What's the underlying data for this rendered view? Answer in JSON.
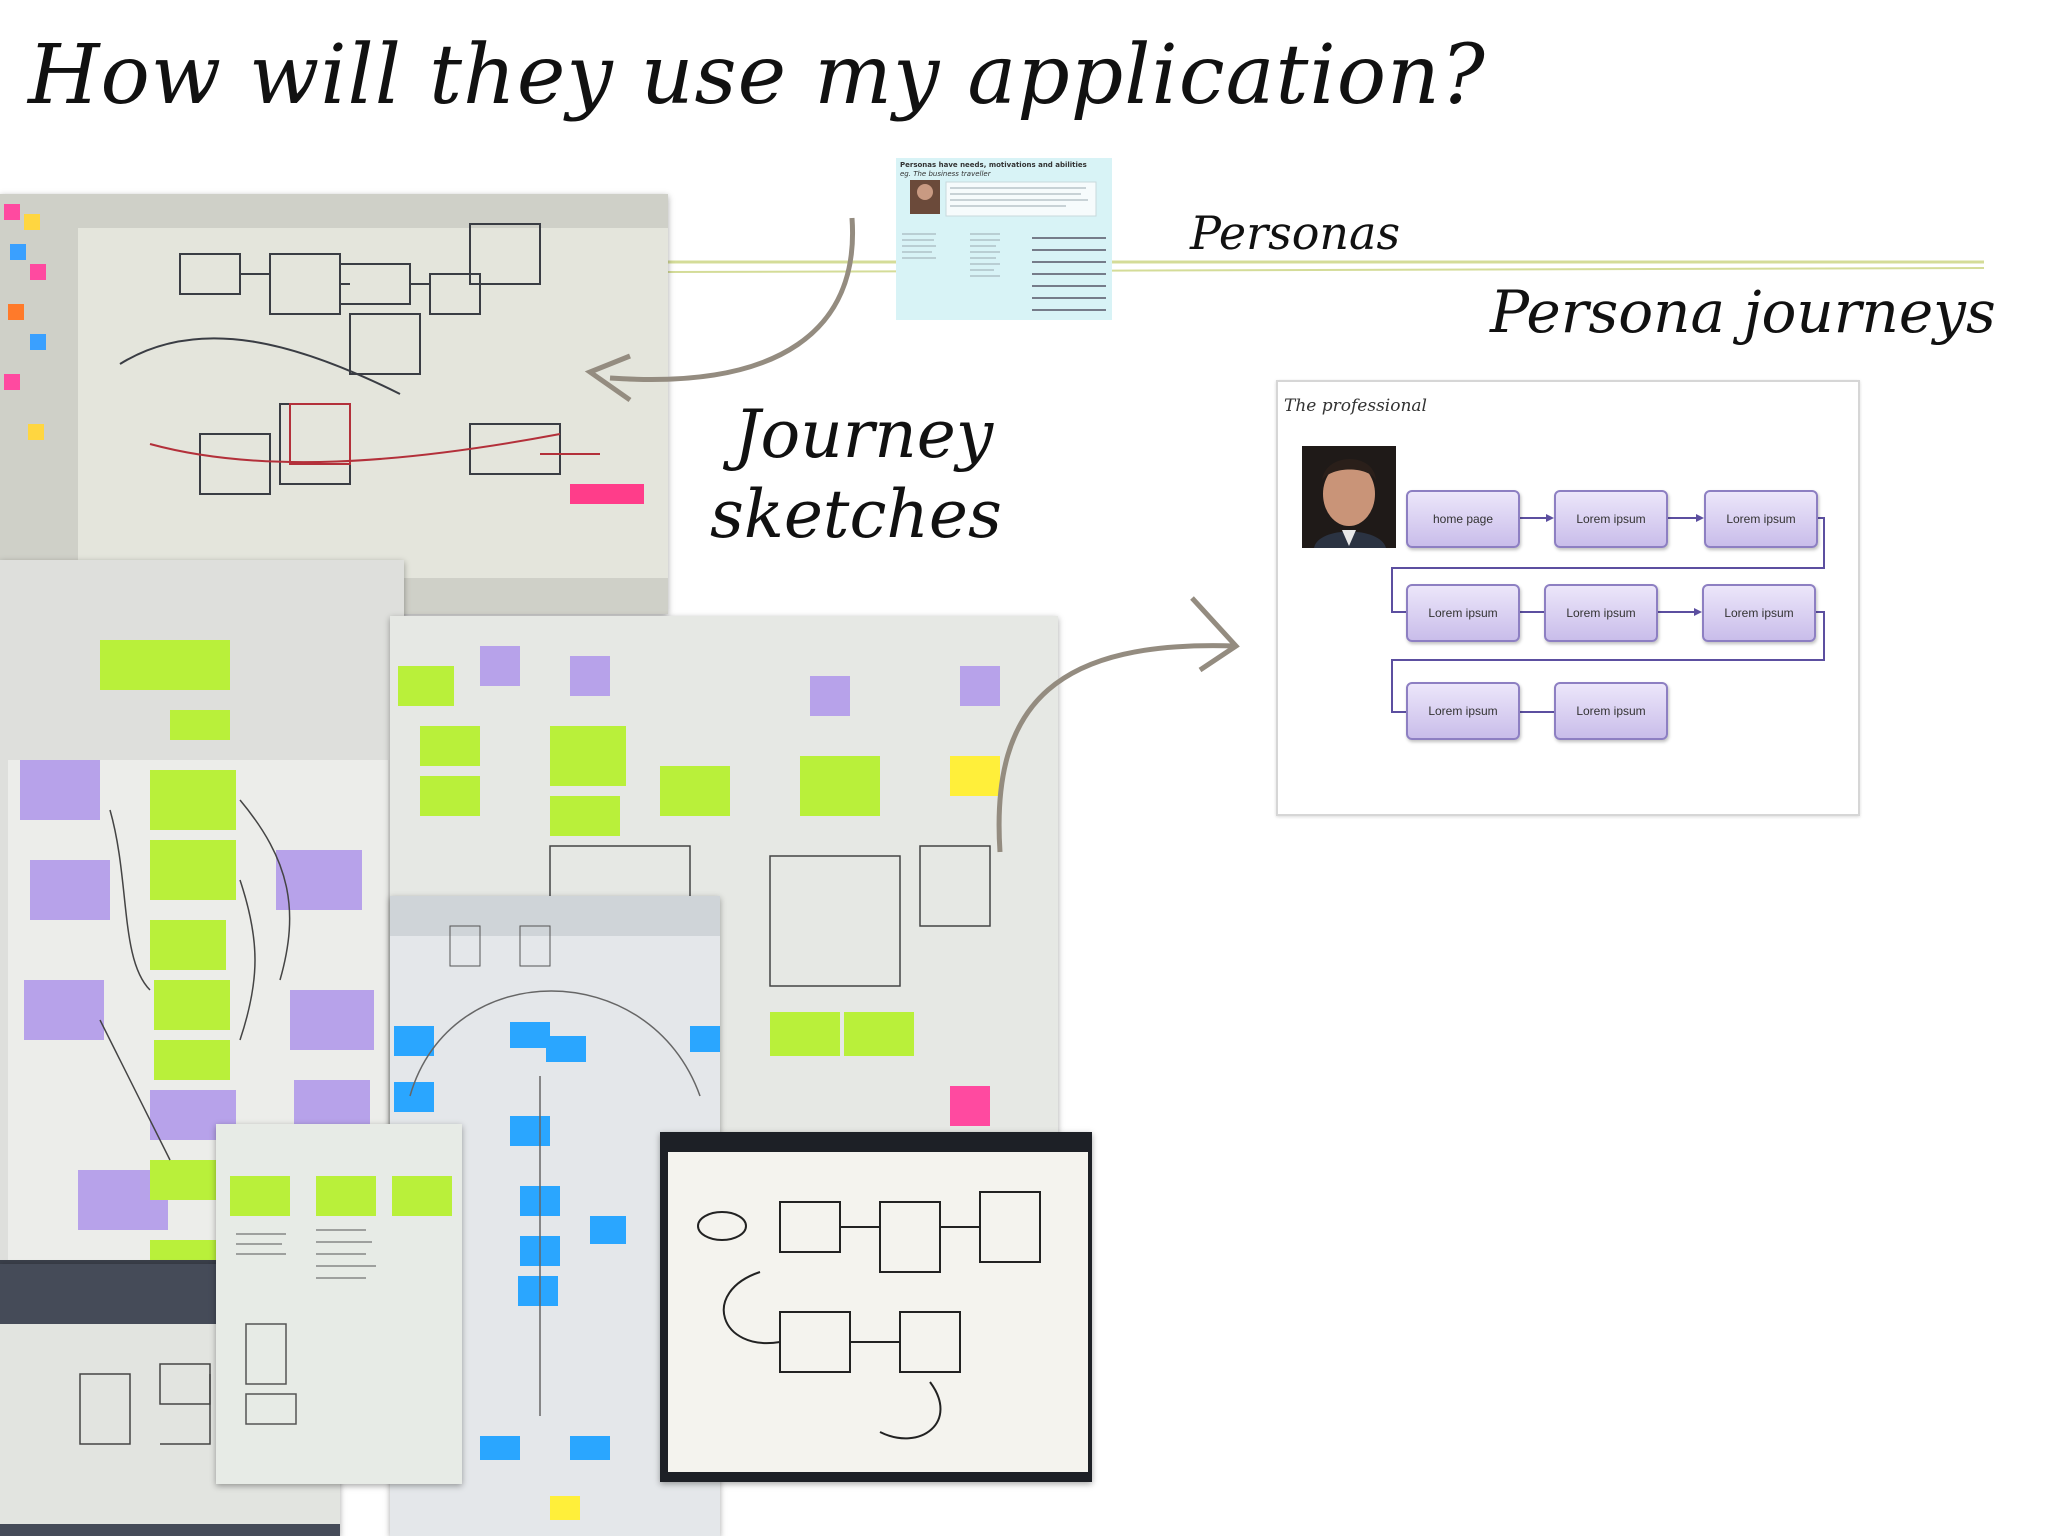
{
  "title": "How will they use my application?",
  "labels": {
    "personas": "Personas",
    "persona_journeys": "Persona journeys",
    "journey_sketches_line1": "Journey",
    "journey_sketches_line2": "sketches"
  },
  "persona_thumbnail": {
    "heading": "Personas have needs, motivations and abilities",
    "subheading": "eg. The business traveller"
  },
  "journey_panel": {
    "title": "The professional",
    "steps": [
      "home page",
      "Lorem ipsum",
      "Lorem ipsum",
      "Lorem ipsum",
      "Lorem ipsum",
      "Lorem ipsum",
      "Lorem ipsum",
      "Lorem ipsum"
    ]
  },
  "colors": {
    "line": "#d4dc98",
    "arrow": "#948c80",
    "step_fill": "#d9d0f3",
    "step_border": "#8d7fc2"
  }
}
